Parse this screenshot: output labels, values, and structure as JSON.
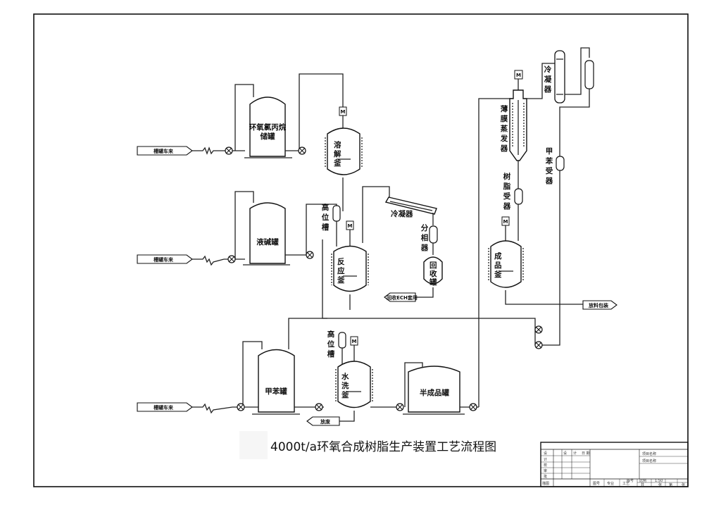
{
  "title": "4000t/a环氧合成树脂生产装置工艺流程图",
  "equipment": {
    "ech_tank": [
      "环氧氯丙烷",
      "储罐"
    ],
    "caustic_tank": "液碱罐",
    "toluene_tank": "甲苯罐",
    "dissolver": [
      "溶",
      "解",
      "釜"
    ],
    "head_tank_1": [
      "高",
      "位",
      "槽"
    ],
    "reactor": [
      "反",
      "应",
      "釜"
    ],
    "condenser_1": "冷凝器",
    "separator": [
      "分",
      "相",
      "器"
    ],
    "recovery_tank": [
      "回",
      "收",
      "罐"
    ],
    "head_tank_2": [
      "高",
      "位",
      "槽"
    ],
    "washer": [
      "水",
      "洗",
      "釜"
    ],
    "semi_product_tank": "半成品罐",
    "film_evaporator": [
      "薄",
      "膜",
      "蒸",
      "发",
      "器"
    ],
    "condenser_2": [
      "冷",
      "凝",
      "器"
    ],
    "toluene_receiver": [
      "甲",
      "苯",
      "受",
      "器"
    ],
    "resin_receiver": [
      "树",
      "脂",
      "受",
      "器"
    ],
    "product_kettle": [
      "成",
      "品",
      "釜"
    ]
  },
  "flags": {
    "tanker_1": "槽罐车来",
    "tanker_2": "槽罐车来",
    "tanker_3": "槽罐车来",
    "ech_recycle": "回收ECH套用",
    "discharge": "放料包装",
    "waste": "放废"
  },
  "motor_symbol": "M",
  "title_block": {
    "header_cells": [
      "设",
      "计",
      "日 期"
    ],
    "side_rows": [
      "设",
      "计",
      "校",
      "审",
      "批",
      "描图"
    ],
    "right_top": [
      "项目名称",
      "项目名称"
    ],
    "bottom_cells": [
      "图号",
      "专业",
      "工艺",
      "版号",
      "比例",
      "1:50",
      "共",
      "张",
      "第",
      "张"
    ]
  }
}
